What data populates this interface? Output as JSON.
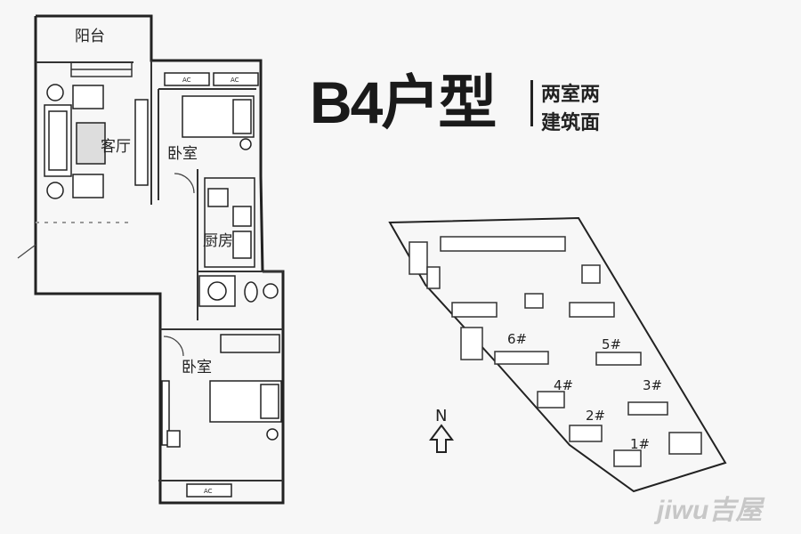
{
  "title": "B4户型",
  "subtitle_line1": "两室两",
  "subtitle_line2": "建筑面",
  "rooms": {
    "balcony": "阳台",
    "living_room": "客厅",
    "bedroom_top": "卧室",
    "kitchen": "厨房",
    "bedroom_bottom": "卧室"
  },
  "ac_label": "AC",
  "compass_label": "N",
  "site_plan": {
    "buildings": [
      "6#",
      "5#",
      "4#",
      "3#",
      "2#",
      "1#"
    ]
  },
  "watermark": "jiwu吉屋"
}
